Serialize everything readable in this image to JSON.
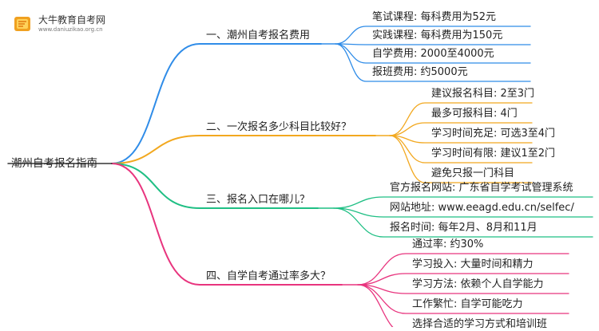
{
  "logo": {
    "title": "大牛教育自考网",
    "url": "www.daniuzikao.org.cn"
  },
  "root": "潮州自考报名指南",
  "branches": [
    {
      "label": "一、潮州自考报名费用",
      "color": "#2f8ce8",
      "leaves": [
        "笔试课程: 每科费用为52元",
        "实践课程: 每科费用为150元",
        "自学费用: 2000至4000元",
        "报班费用: 约5000元"
      ]
    },
    {
      "label": "二、一次报名多少科目比较好？",
      "color": "#f2a81f",
      "leaves": [
        "建议报名科目: 2至3门",
        "最多可报科目: 4门",
        "学习时间充足: 可选3至4门",
        "学习时间有限: 建议1至2门",
        "避免只报一门科目"
      ]
    },
    {
      "label": "三、报名入口在哪儿？",
      "color": "#1fbf84",
      "leaves": [
        "官方报名网站: 广东省自学考试管理系统",
        "网站地址: www.eeagd.edu.cn/selfec/",
        "报名时间: 每年2月、8月和11月"
      ]
    },
    {
      "label": "四、自学自考通过率多大？",
      "color": "#e8347e",
      "leaves": [
        "通过率: 约30%",
        "学习投入: 大量时间和精力",
        "学习方法: 依赖个人自学能力",
        "工作繁忙: 自学可能吃力",
        "选择合适的学习方式和培训班"
      ]
    }
  ]
}
